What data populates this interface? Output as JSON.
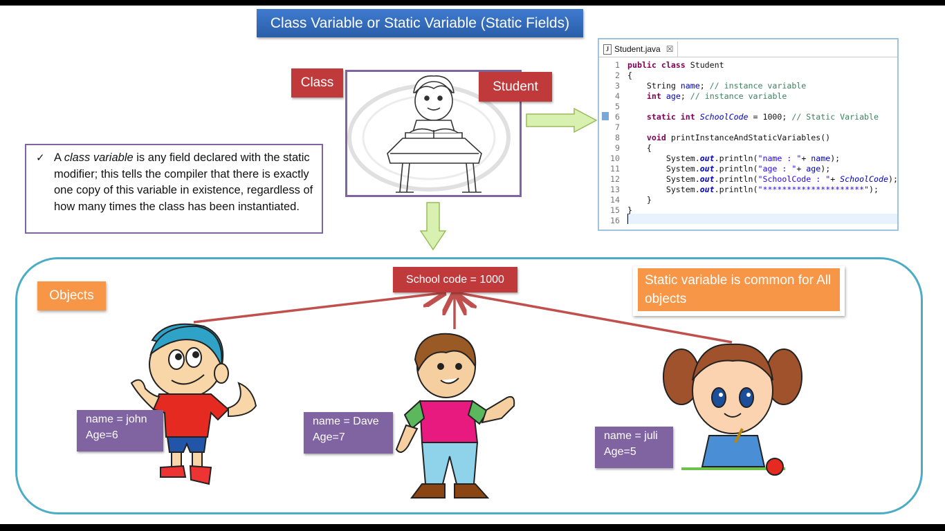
{
  "title": "Class Variable or Static Variable (Static Fields)",
  "labels": {
    "class": "Class",
    "student": "Student"
  },
  "definition": {
    "check": "✓",
    "article": "A",
    "term": "class variable",
    "rest": "is any field declared with the static modifier; this tells the compiler that there is exactly one copy of this variable in existence, regardless of how many times the class has been instantiated."
  },
  "editor": {
    "tab": "Student.java",
    "tab_close": "☒",
    "file_icon": "J",
    "lines": [
      "1",
      "2",
      "3",
      "4",
      "5",
      "6",
      "7",
      "8",
      "9",
      "10",
      "11",
      "12",
      "13",
      "14",
      "15",
      "16"
    ]
  },
  "objects_label": "Objects",
  "school_code": "School code = 1000",
  "static_note": "Static variable is common for All objects",
  "students": [
    {
      "name": "name = john",
      "age": "Age=6"
    },
    {
      "name": "name = Dave",
      "age": "Age=7"
    },
    {
      "name": "name = juli",
      "age": "Age=5"
    }
  ],
  "colors": {
    "title_blue": "#3a74c4",
    "red": "#c0393b",
    "purple": "#8064a2",
    "orange": "#f79646",
    "teal": "#4bacc6",
    "arrow_green": "#d8f0b0"
  },
  "icons": [
    "check-icon",
    "java-file-icon",
    "close-icon",
    "down-arrow-icon",
    "right-arrow-icon",
    "student-drawing",
    "boy-john-drawing",
    "boy-dave-drawing",
    "girl-juli-drawing"
  ]
}
